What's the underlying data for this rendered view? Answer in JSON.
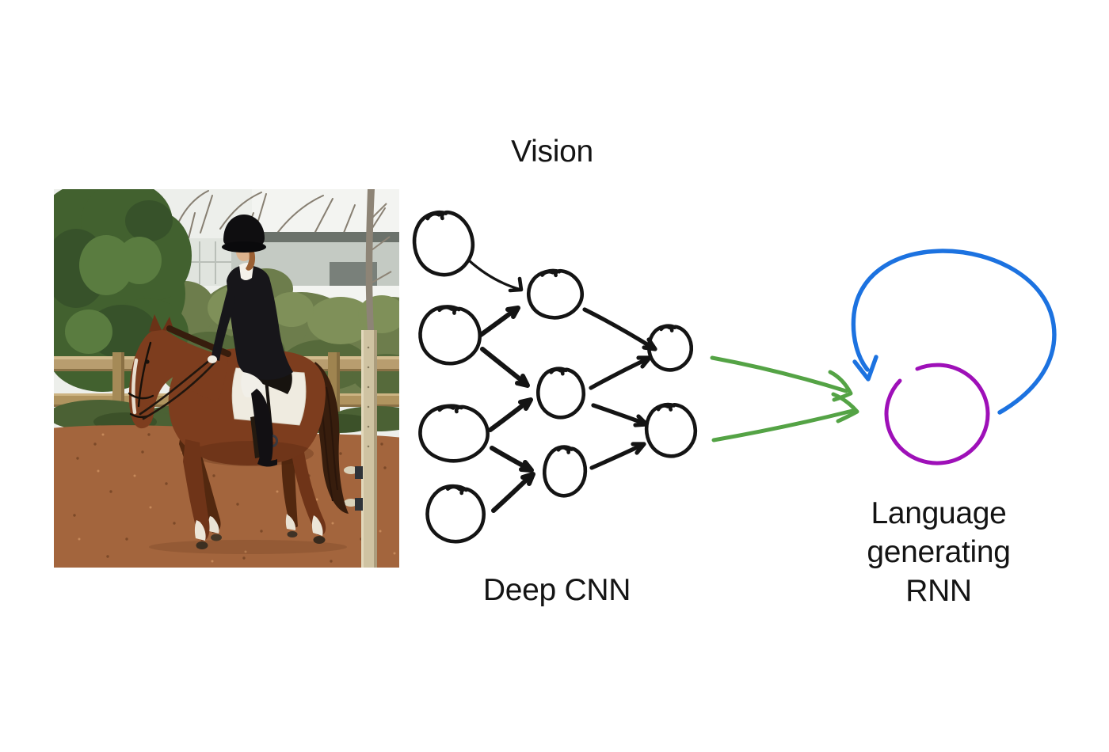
{
  "title": "Vision to language image-captioning diagram",
  "labels": {
    "vision": "Vision",
    "deep_cnn": "Deep CNN",
    "rnn_lines": [
      "Language",
      "generating",
      "RNN"
    ]
  },
  "photo": {
    "description": "Rider in black helmet and jacket on a chestnut horse walking in a fenced dirt arena with green trees and a grey building behind"
  },
  "diagram": {
    "cnn": {
      "layer_sizes": [
        4,
        3,
        2
      ],
      "node_style": "hand-drawn loop"
    },
    "cnn_to_rnn_arrow_count": 2,
    "rnn": {
      "has_recurrent_loop": true
    }
  },
  "colors": {
    "ink": "#141414",
    "green": "#54a345",
    "blue": "#1c72e0",
    "purple": "#9e10b8"
  }
}
